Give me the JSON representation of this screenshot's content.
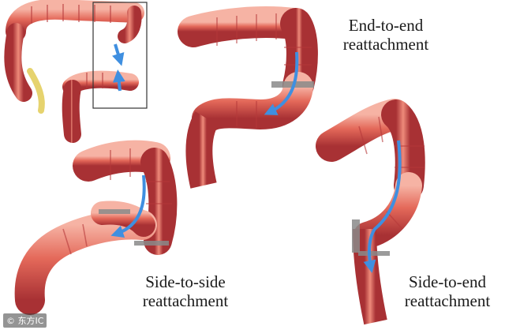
{
  "labels": {
    "end_to_end": [
      "End-to-end",
      "reattachment"
    ],
    "side_to_side": [
      "Side-to-side",
      "reattachment"
    ],
    "side_to_end": [
      "Side-to-end",
      "reattachment"
    ]
  },
  "watermark": "© 东方IC",
  "colors": {
    "tissue": "#e4695a",
    "tissue_dark": "#b6393a",
    "tissue_light": "#f3a596",
    "arrow": "#3f8fe0",
    "inset_frame": "#333333",
    "fat": "#e0c84a",
    "staples": "#6b6b6b"
  },
  "icons": [
    "direction-arrow-icon",
    "staple-line-icon"
  ]
}
